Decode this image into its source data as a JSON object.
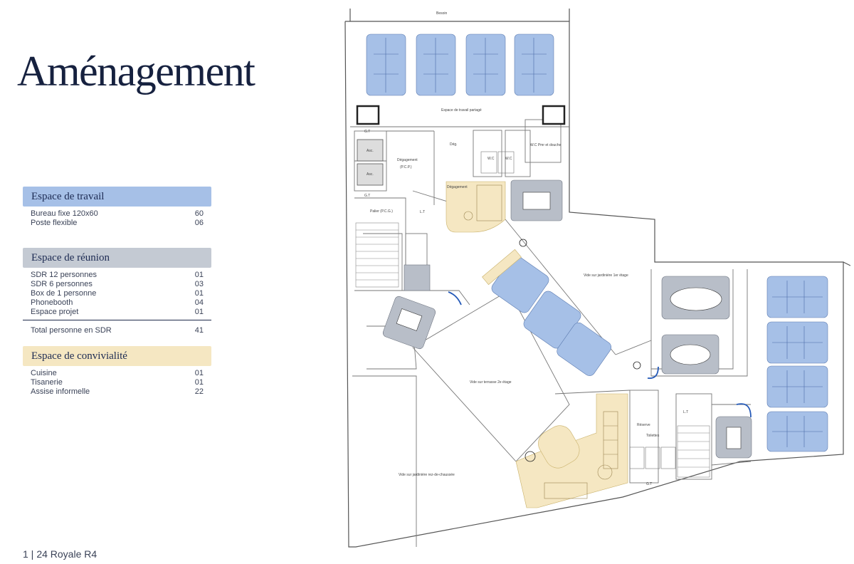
{
  "title": "Aménagement",
  "legend": {
    "work": {
      "heading": "Espace de travail",
      "color": "#a6c0e7",
      "items": [
        {
          "label": "Bureau fixe 120x60",
          "value": "60"
        },
        {
          "label": "Poste flexible",
          "value": "06"
        }
      ]
    },
    "meeting": {
      "heading": "Espace de réunion",
      "color": "#c4cad3",
      "items": [
        {
          "label": "SDR 12 personnes",
          "value": "01"
        },
        {
          "label": "SDR 6 personnes",
          "value": "03"
        },
        {
          "label": "Box de 1 personne",
          "value": "01"
        },
        {
          "label": "Phonebooth",
          "value": "04"
        },
        {
          "label": "Espace projet",
          "value": "01"
        }
      ],
      "total": {
        "label": "Total personne en SDR",
        "value": "41"
      }
    },
    "social": {
      "heading": "Espace de convivialité",
      "color": "#f5e7c2",
      "items": [
        {
          "label": "Cuisine",
          "value": "01"
        },
        {
          "label": "Tisanerie",
          "value": "01"
        },
        {
          "label": "Assise informelle",
          "value": "22"
        }
      ]
    }
  },
  "footer": {
    "page": "1 |",
    "building": "24 Royale R4"
  },
  "plan": {
    "colors": {
      "work": "#a6c0e7",
      "meeting": "#b8bec8",
      "social": "#f5e7c2",
      "wall": "#555555"
    },
    "labels": {
      "besoin": "Besoin",
      "gt": "G.T",
      "asc": "Asc.",
      "degagement_pcp": "Dégagement",
      "pcp": "(P.C.P.)",
      "deg": "Dég.",
      "wc": "W.C",
      "wc_pmr": "W.C Pmr et douche",
      "degagement": "Dégagement",
      "palier": "Palier (P.C.G.)",
      "lt": "L.T",
      "vide_jardiniere_1": "Vide sur jardinière 1er étage",
      "vide_terrasse_2": "Vide sur terrasse 2e étage",
      "vide_jardiniere_rdc": "Vide sur jardinière rez-de-chaussée",
      "toilettes": "Toilettes",
      "reserve": "Réserve",
      "espace_travail": "Espace de travail partagé"
    }
  }
}
